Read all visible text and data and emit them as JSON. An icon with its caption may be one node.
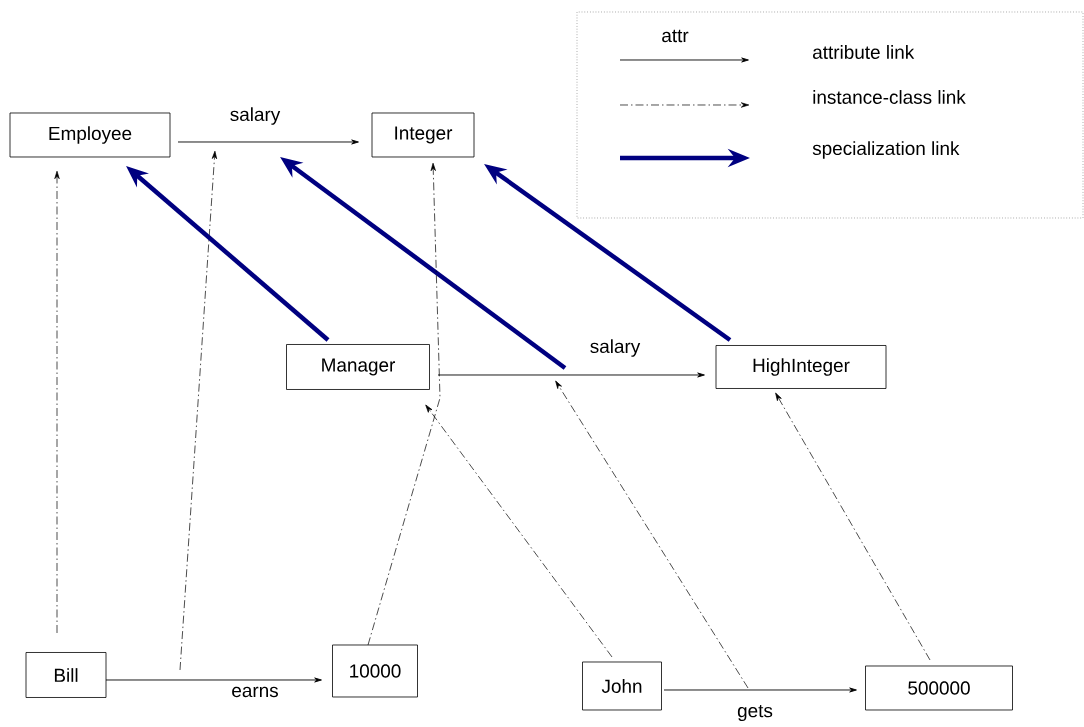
{
  "diagram": {
    "nodes": [
      {
        "text": [
          "Employee"
        ]
      },
      {
        "text": [
          "Integer"
        ]
      },
      {
        "text": [
          "Manager"
        ]
      },
      {
        "text": [
          "HighInteger"
        ]
      },
      {
        "text": [
          "Bill"
        ]
      },
      {
        "text": [
          "10000"
        ]
      },
      {
        "text": [
          "John"
        ]
      },
      {
        "text": [
          "500000"
        ]
      }
    ],
    "edges": [
      {
        "from": 0,
        "to": 1,
        "arrow": "to",
        "label": "salary"
      },
      {
        "from": 2,
        "to": 3,
        "arrow": "to",
        "label": "salary"
      },
      {
        "from": 4,
        "to": 5,
        "arrow": "to",
        "label": "earns"
      },
      {
        "from": 6,
        "to": 7,
        "arrow": "to",
        "label": "gets"
      },
      {
        "from": 2,
        "to": 0,
        "arrow": "to",
        "style": "thick",
        "color": "#000080"
      },
      {
        "from": 3,
        "to": 1,
        "arrow": "to",
        "style": "thick",
        "color": "#000080"
      },
      {
        "from": 4,
        "to": 0,
        "arrow": "to",
        "style": "dashed"
      },
      {
        "from": 5,
        "to": 1,
        "arrow": "to",
        "style": "dashed"
      },
      {
        "from": 6,
        "to": 2,
        "arrow": "to",
        "style": "dashed"
      },
      {
        "from": 7,
        "to": 3,
        "arrow": "to",
        "style": "dashed"
      }
    ],
    "labels": [
      "attr"
    ],
    "legend": [
      {
        "text": "attribute link"
      },
      {
        "text": "instance-class link"
      },
      {
        "text": "specialization link"
      }
    ]
  }
}
